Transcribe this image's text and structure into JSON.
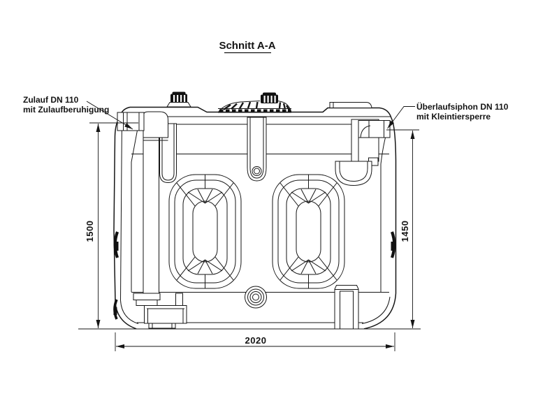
{
  "title": "Schnitt A-A",
  "annotations": {
    "inlet": {
      "line1": "Zulauf DN 110",
      "line2": "mit Zulaufberuhigung"
    },
    "overflow": {
      "line1": "Überlaufsiphon DN 110",
      "line2": "mit Kleintiersperre"
    }
  },
  "dimensions": {
    "height_left": "1500",
    "height_right": "1450",
    "width_bottom": "2020"
  },
  "colors": {
    "line": "#161616",
    "background": "#ffffff"
  }
}
